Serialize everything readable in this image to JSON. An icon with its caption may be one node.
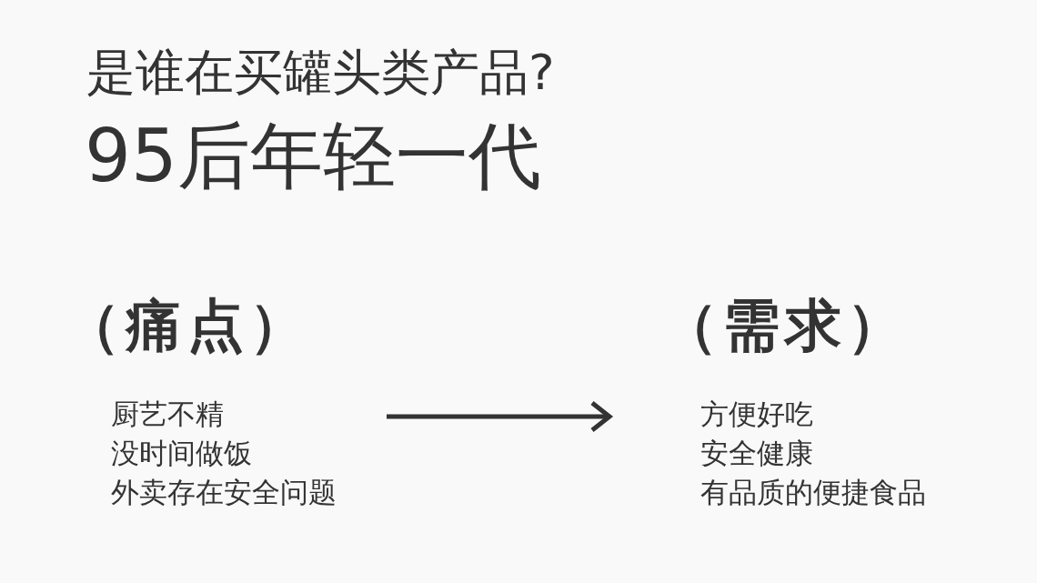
{
  "diagram": {
    "title": "是谁在买罐头类产品?",
    "nodes": [
      {
        "text": [
          "（痛点）",
          "厨艺不精",
          "没时间做饭",
          "外卖存在安全问题"
        ]
      },
      {
        "text": [
          "（需求）",
          "方便好吃",
          "安全健康",
          "有品质的便捷食品"
        ]
      }
    ],
    "edges": [
      {
        "from": 0,
        "to": 1,
        "arrow": "to"
      }
    ],
    "labels": [
      "95后年轻一代"
    ]
  }
}
